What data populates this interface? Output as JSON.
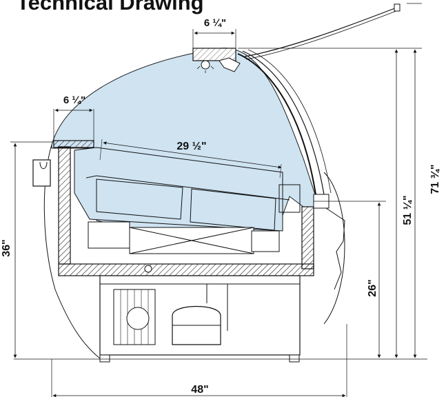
{
  "title": "Technical Drawing",
  "dimensions": {
    "top_lamp_width": "6 ¼\"",
    "left_shelf_width": "6 ¼\"",
    "tray_depth": "29 ½\"",
    "height_total": "71 ¾\"",
    "height_glass_front": "51 ¼\"",
    "height_counter_front": "26\"",
    "height_counter_back": "36\"",
    "overall_depth": "48\""
  },
  "colors": {
    "glass_fill": "#cfe3f1",
    "line": "#1a1a1a",
    "hatch": "#222222"
  }
}
